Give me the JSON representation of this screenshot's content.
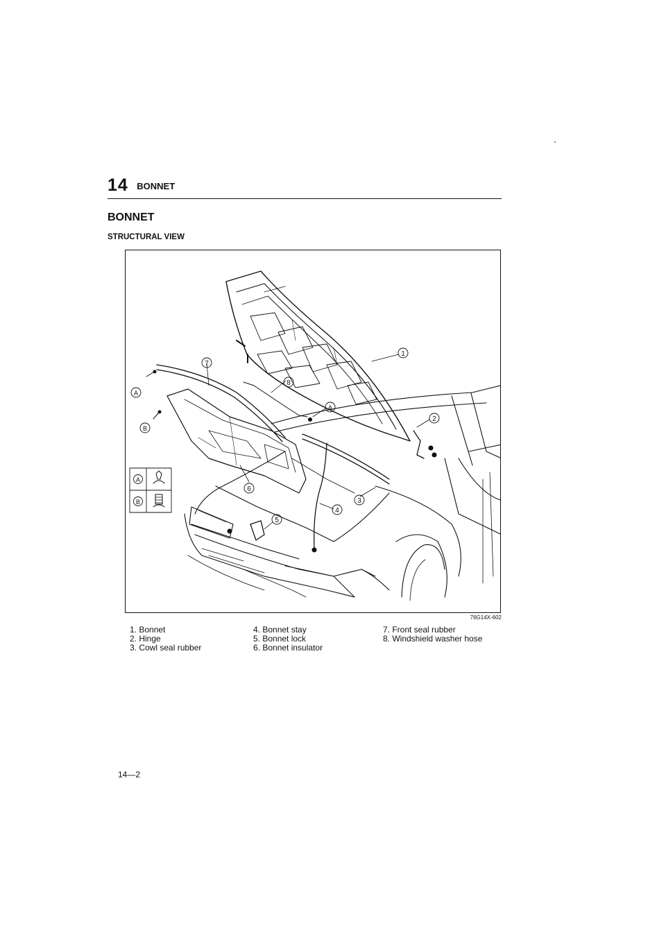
{
  "header": {
    "chapter_number": "14",
    "chapter_title": "BONNET"
  },
  "section": {
    "title": "BONNET",
    "subtitle": "STRUCTURAL VIEW"
  },
  "figure": {
    "code": "76G14X-602",
    "callouts": [
      "1",
      "2",
      "3",
      "4",
      "5",
      "6",
      "7",
      "8"
    ],
    "fastener_labels": [
      "A",
      "B"
    ]
  },
  "legend": {
    "col1": [
      "1. Bonnet",
      "2. Hinge",
      "3. Cowl seal rubber"
    ],
    "col2": [
      "4. Bonnet stay",
      "5. Bonnet lock",
      "6. Bonnet insulator"
    ],
    "col3": [
      "7. Front seal rubber",
      "8. Windshield washer hose"
    ]
  },
  "footer": {
    "page_number": "14—2"
  }
}
